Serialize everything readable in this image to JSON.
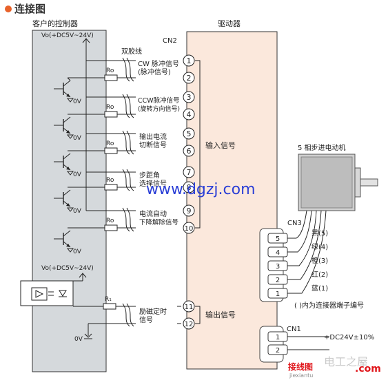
{
  "title": "连接图",
  "controller": {
    "label": "客户的控制器",
    "supply_top": "Vo(+DC5V~24V)",
    "supply_mid": "Vo(+DC5V~24V)",
    "zero_v": "0V",
    "ground_label": "0V"
  },
  "driver": {
    "label": "驱动器",
    "connector_main": "CN2",
    "input_group": "输入信号",
    "output_group": "输出信号",
    "twisted_pair": "双胶线"
  },
  "resistors": {
    "ro": "Ro",
    "r1": "R₁"
  },
  "signals": [
    {
      "label": "CW 脉冲信号",
      "pin_a": "1",
      "pin_b": "2",
      "sub": "(脉冲信号)"
    },
    {
      "label": "CCW脉冲信号",
      "pin_a": "3",
      "pin_b": "4",
      "sub": "(旋转方向信号)"
    },
    {
      "label": "输出电流",
      "pin_a": "5",
      "pin_b": "6",
      "sub": "切断信号"
    },
    {
      "label": "步距角",
      "pin_a": "7",
      "pin_b": "8",
      "sub": "选择信号"
    },
    {
      "label": "电流自动",
      "pin_a": "9",
      "pin_b": "10",
      "sub": "下降解除信号"
    },
    {
      "label": "励磁定时",
      "pin_a": "11",
      "pin_b": "12",
      "sub": "信号"
    }
  ],
  "motor": {
    "label": "5 相步进电动机"
  },
  "cn3": {
    "label": "CN3",
    "pins": [
      "5",
      "4",
      "3",
      "2",
      "1"
    ],
    "wires": [
      "黑(5)",
      "绿(4)",
      "橙(3)",
      "红(2)",
      "蓝(1)"
    ],
    "note": "(  )内为连接器端子编号"
  },
  "cn1": {
    "label": "CN1",
    "pins": [
      "1",
      "2"
    ],
    "supply": "+DC24V±10%"
  },
  "watermarks": {
    "center": "www.dgzj.com",
    "corner_cn": "电工之屋",
    "corner_site": "jiexiantu",
    "corner_logo": "接线图",
    "corner_com": ".com"
  },
  "colors": {
    "controller_fill": "#d5d9dc",
    "driver_fill": "#fbe8dc",
    "title_bullet": "#e8622a",
    "watermark_blue": "#2b3fd6",
    "line": "#222222"
  }
}
